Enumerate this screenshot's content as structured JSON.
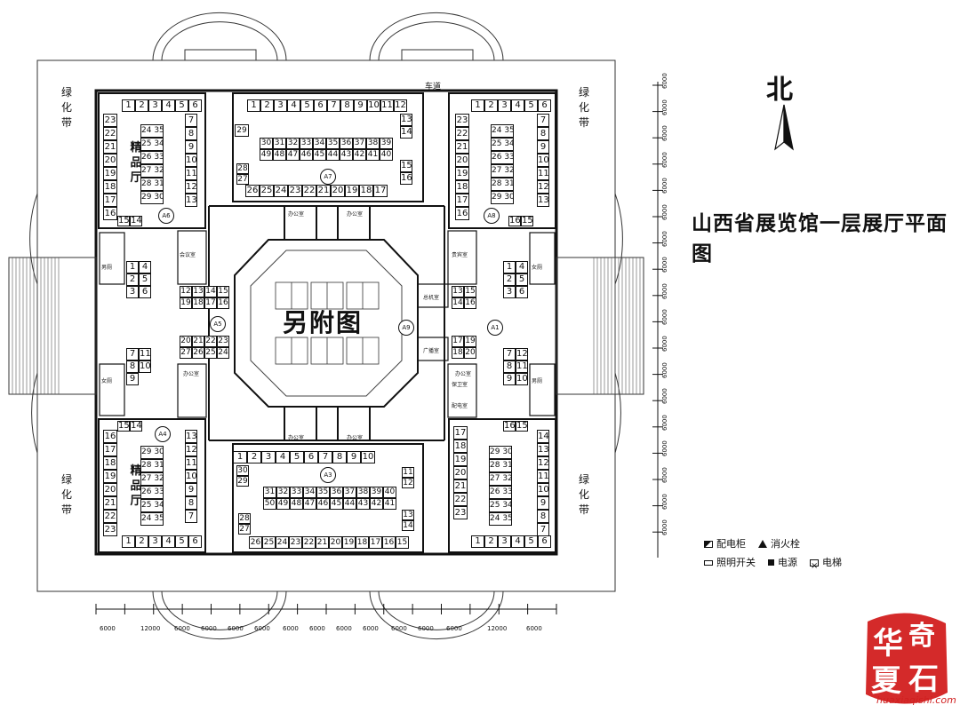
{
  "north_label": "北",
  "title": "山西省展览馆一层展厅平面图",
  "annex_label": "另附图",
  "road_label": "车道",
  "green_belt": "绿化带",
  "premium_hall": "精品厅",
  "hall_labels": [
    "A1",
    "A3",
    "A4",
    "A5",
    "A6",
    "A7",
    "A8",
    "A9"
  ],
  "room_labels": {
    "office": "办公室",
    "meeting": "会议室",
    "guest": "贵宾室",
    "toilet": "男厕",
    "toilet_w": "女厕",
    "server": "总机室",
    "broadcast": "广播室",
    "security": "保卫室",
    "power_room": "配电室"
  },
  "legend": [
    {
      "icon": "distribution-cabinet-icon",
      "label": "配电柜"
    },
    {
      "icon": "fire-hydrant-icon",
      "label": "消火栓"
    },
    {
      "icon": "light-switch-icon",
      "label": "照明开关"
    },
    {
      "icon": "power-outlet-icon",
      "label": "电源"
    },
    {
      "icon": "elevator-icon",
      "label": "电梯"
    }
  ],
  "scale_bottom": [
    "6000",
    "12000",
    "6000",
    "6000",
    "6000",
    "6000",
    "6000",
    "6000",
    "6000",
    "6000",
    "6000",
    "6000",
    "6000",
    "12000",
    "6000"
  ],
  "scale_right": [
    "6000",
    "6000",
    "6000",
    "6000",
    "6000",
    "6000",
    "6000",
    "6000",
    "6000",
    "6000",
    "6000",
    "6000",
    "6000",
    "6000",
    "6000",
    "6000",
    "6000",
    "6000"
  ],
  "watermark": {
    "chars": [
      "华",
      "奇",
      "夏",
      "石"
    ],
    "url": "huaxiaqishi.com"
  },
  "booths": {
    "a7_top": [
      "1",
      "2",
      "3",
      "4",
      "5",
      "6",
      "7",
      "8",
      "9",
      "10",
      "11",
      "12"
    ],
    "a7_mid1": [
      "30",
      "31",
      "32",
      "33",
      "34",
      "35",
      "36",
      "37",
      "38",
      "39"
    ],
    "a7_mid2": [
      "49",
      "48",
      "47",
      "46",
      "45",
      "44",
      "43",
      "42",
      "41",
      "40"
    ],
    "a7_bottom": [
      "26",
      "25",
      "24",
      "23",
      "22",
      "21",
      "20",
      "19",
      "18",
      "17"
    ],
    "a3_top": [
      "1",
      "2",
      "3",
      "4",
      "5",
      "6",
      "7",
      "8",
      "9",
      "10"
    ],
    "a3_mid1": [
      "31",
      "32",
      "33",
      "34",
      "35",
      "36",
      "37",
      "38",
      "39",
      "40"
    ],
    "a3_mid2": [
      "50",
      "49",
      "48",
      "47",
      "46",
      "45",
      "44",
      "43",
      "42",
      "41"
    ],
    "a3_bottom": [
      "26",
      "25",
      "24",
      "23",
      "22",
      "21",
      "20",
      "19",
      "18",
      "17",
      "16",
      "15"
    ],
    "a6_top": [
      "1",
      "2",
      "3",
      "4",
      "5",
      "6"
    ],
    "a6_left": [
      "23",
      "22",
      "21",
      "20",
      "19",
      "18",
      "17",
      "16"
    ],
    "a6_right": [
      "7",
      "8",
      "9",
      "10",
      "11",
      "12",
      "13"
    ],
    "a6_inner": [
      "24 35",
      "25 34",
      "26 33",
      "27 32",
      "28 31",
      "29 30"
    ],
    "a8_top": [
      "1",
      "2",
      "3",
      "4",
      "5",
      "6"
    ],
    "a8_left": [
      "23",
      "22",
      "21",
      "20",
      "19",
      "18",
      "17",
      "16"
    ],
    "a8_right": [
      "7",
      "8",
      "9",
      "10",
      "11",
      "12",
      "13"
    ],
    "a8_inner": [
      "24 35",
      "25 34",
      "26 33",
      "27 32",
      "28 31",
      "29 30"
    ],
    "a4_bottom": [
      "1",
      "2",
      "3",
      "4",
      "5",
      "6"
    ],
    "a4_left": [
      "16",
      "17",
      "18",
      "19",
      "20",
      "21",
      "22",
      "23"
    ],
    "a4_right": [
      "13",
      "12",
      "11",
      "10",
      "9",
      "8",
      "7"
    ],
    "a4_inner": [
      "29 30",
      "28 31",
      "27 32",
      "26 33",
      "25 34",
      "24 35"
    ],
    "a1_bottom": [
      "1",
      "2",
      "3",
      "4",
      "5",
      "6"
    ],
    "a1_left": [
      "17",
      "18",
      "19",
      "20",
      "21",
      "22",
      "23"
    ],
    "a1_right": [
      "14",
      "13",
      "12",
      "11",
      "10",
      "9",
      "8",
      "7"
    ],
    "a1_inner": [
      "29 30",
      "28 31",
      "27 32",
      "26 33",
      "25 34",
      "24 35"
    ],
    "a5_r1": [
      "12",
      "13",
      "14",
      "15"
    ],
    "a5_r2": [
      "19",
      "18",
      "17",
      "16"
    ],
    "a5_r3": [
      "20",
      "21",
      "22",
      "23"
    ],
    "a5_r4": [
      "27",
      "26",
      "25",
      "24"
    ],
    "a1_small_r1": [
      "13",
      "15"
    ],
    "a1_small_r2": [
      "14",
      "16"
    ],
    "a1_small_r3": [
      "17",
      "19"
    ],
    "a1_small_r4": [
      "18",
      "20"
    ]
  }
}
